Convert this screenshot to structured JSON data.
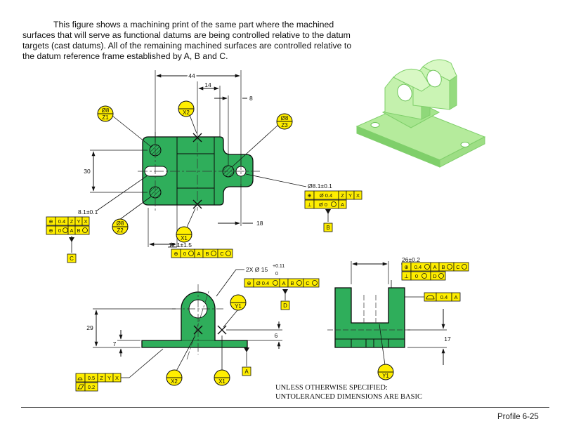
{
  "intro": {
    "lines": [
      "This figure shows a machining print of the same part where the machined",
      "surfaces that will serve as functional datums are being controlled relative to the datum",
      "targets (cast datums).  All of the remaining machined surfaces are controlled relative to",
      "the datum reference frame established by A, B and C."
    ]
  },
  "top_view": {
    "dims": {
      "d44": "44",
      "d14": "14",
      "d8": "8",
      "d30": "30",
      "d18": "18"
    },
    "targets": {
      "z1_size": "Ø8",
      "z1": "Z1",
      "z2_size": "Ø8",
      "z2": "Z2",
      "z3_size": "Ø8",
      "z3": "Z3",
      "x2": "X2",
      "x1": "X1"
    },
    "slot_dim": "8.1±0.1",
    "slot_fcf": {
      "row1": [
        "0.4",
        "Z",
        "Y",
        "X"
      ],
      "row2": [
        "0",
        "A",
        "B"
      ]
    },
    "datum_c": "C",
    "pos_dim": "12.1±1.5",
    "pos_fcf": [
      "0",
      "A",
      "B",
      "C"
    ],
    "hole_dim": "Ø8.1±0.1",
    "hole_fcf": {
      "row1": [
        "Ø 0.4",
        "Z",
        "Y",
        "X"
      ],
      "row2": [
        "Ø 0",
        "A"
      ]
    },
    "datum_b": "B"
  },
  "front_view": {
    "hole_note": "2X Ø 15",
    "hole_tol_upper": "+0.11",
    "hole_tol_lower": "0",
    "hole_fcf": [
      "Ø 0.4",
      "A",
      "B",
      "C"
    ],
    "datum_d": "D",
    "y1": "Y1",
    "x2": "X2",
    "x1": "X1",
    "dims": {
      "d29": "29",
      "d7": "7",
      "d6": "6"
    },
    "datum_a": "A",
    "flat_fcf": {
      "row1": [
        "0.5",
        "Z",
        "Y",
        "X"
      ],
      "row2": [
        "0.2"
      ]
    }
  },
  "side_view": {
    "dim": "26±0.2",
    "fcf": {
      "row1": [
        "0.4",
        "A",
        "B",
        "C"
      ],
      "row2": [
        "0",
        "D"
      ]
    },
    "profile_fcf": [
      "0.4",
      "A"
    ],
    "d17": "17",
    "y1": "Y1"
  },
  "note": [
    "UNLESS OTHERWISE SPECIFIED:",
    "UNTOLERANCED DIMENSIONS ARE BASIC"
  ],
  "footer": "Profile 6-25",
  "colors": {
    "part_fill": "#2fae5b",
    "part_stroke": "#0b0b0b",
    "callout_yellow": "#ffee00",
    "iso_light": "#c8f2b2",
    "iso_dark": "#8fd87a"
  }
}
